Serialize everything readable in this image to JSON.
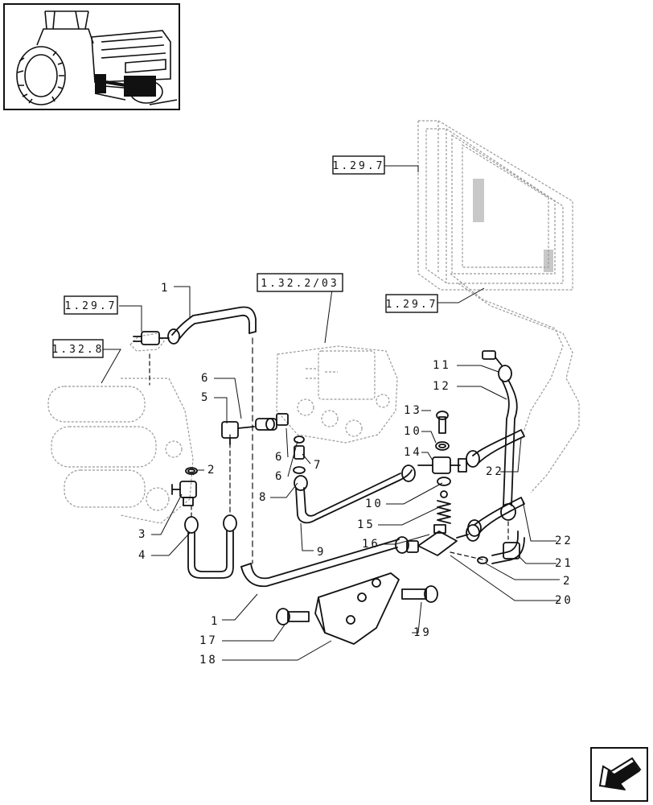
{
  "refs": {
    "r1": "1.29.7",
    "r2": "1.29.7",
    "r3": "1.29.7",
    "r4": "1.32.8",
    "r5": "1.32.2/03"
  },
  "callouts": {
    "c1a": "1",
    "c1b": "1",
    "c2a": "2",
    "c2b": "2",
    "c3": "3",
    "c4": "4",
    "c5": "5",
    "c6a": "6",
    "c6b": "6",
    "c6c": "6",
    "c7": "7",
    "c8": "8",
    "c9": "9",
    "c10a": "10",
    "c10b": "10",
    "c11": "11",
    "c12": "12",
    "c13": "13",
    "c14": "14",
    "c15": "15",
    "c16": "16",
    "c17": "17",
    "c18": "18",
    "c19": "19",
    "c20": "20",
    "c21": "21",
    "c22a": "22",
    "c22b": "22"
  },
  "icons": {
    "thumbnail": "tractor-location-thumbnail-icon",
    "nav": "next-page-arrow-icon"
  },
  "colors": {
    "ink": "#111111",
    "ghost": "#9a9a9a"
  }
}
